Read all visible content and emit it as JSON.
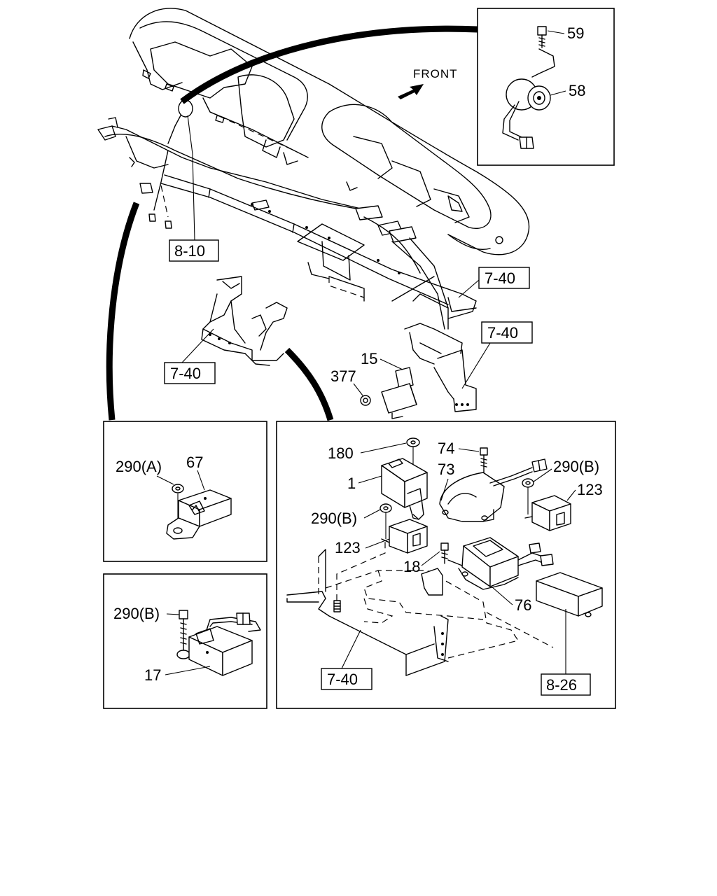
{
  "labels": {
    "front": "FRONT",
    "ref_8_10": "8-10",
    "ref_7_40": "7-40",
    "ref_8_26": "8-26",
    "p59": "59",
    "p58": "58",
    "p15": "15",
    "p377": "377",
    "p180": "180",
    "p74": "74",
    "p73": "73",
    "p1": "1",
    "p290a": "290(A)",
    "p290b": "290(B)",
    "p67": "67",
    "p123": "123",
    "p18": "18",
    "p76": "76",
    "p17": "17"
  }
}
